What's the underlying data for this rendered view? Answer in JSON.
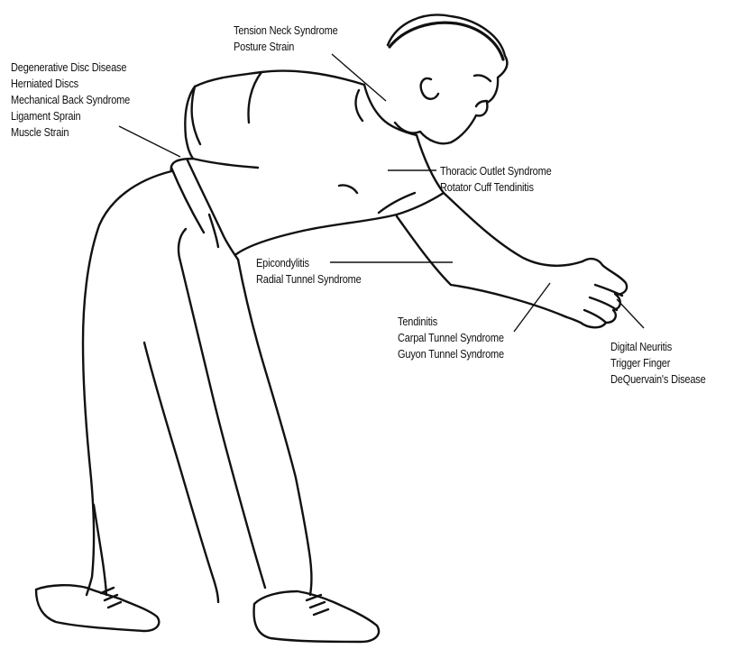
{
  "callouts": {
    "neck": [
      "Tension Neck Syndrome",
      "Posture Strain"
    ],
    "back": [
      "Degenerative Disc Disease",
      "Herniated Discs",
      "Mechanical Back Syndrome",
      "Ligament Sprain",
      "Muscle Strain"
    ],
    "shoulder": [
      "Thoracic Outlet Syndrome",
      "Rotator Cuff Tendinitis"
    ],
    "elbow": [
      "Epicondylitis",
      "Radial Tunnel Syndrome"
    ],
    "wrist": [
      "Tendinitis",
      "Carpal Tunnel Syndrome",
      "Guyon Tunnel Syndrome"
    ],
    "hand": [
      "Digital Neuritis",
      "Trigger Finger",
      "DeQuervain's Disease"
    ]
  },
  "colors": {
    "ink": "#111111",
    "background": "#ffffff"
  }
}
